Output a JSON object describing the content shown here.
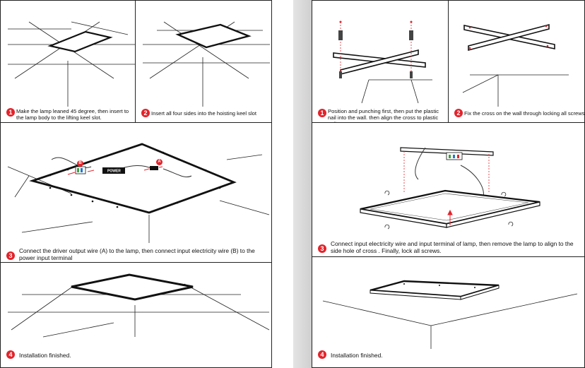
{
  "left": {
    "step1": {
      "num": "1",
      "text": "Make the lamp leaned 45 degree, then insert to the lamp body to the lifting keel slot."
    },
    "step2": {
      "num": "2",
      "text": "Insert all four sides into the hoisting keel slot"
    },
    "step3": {
      "num": "3",
      "text": "Connect the driver output wire (A) to the lamp, then connect input electricity wire (B) to the power input terminal",
      "label_a": "A",
      "label_b": "B",
      "driver_text": "POWER"
    },
    "step4": {
      "num": "4",
      "text": "Installation finished."
    }
  },
  "right": {
    "step1": {
      "num": "1",
      "text": "Position and punching first, then put the plastic nail into the wall. then align the cross to plastic nail."
    },
    "step2": {
      "num": "2",
      "text": "Fix the cross on the wall through locking all screws"
    },
    "step3": {
      "num": "3",
      "text": "Connect input electricity wire  and input terminal of lamp, then remove the lamp to align to the side hole of cross . Finally, lock all screws."
    },
    "step4": {
      "num": "4",
      "text": "Installation finished."
    }
  },
  "colors": {
    "accent": "#e3232b",
    "line": "#111111"
  }
}
